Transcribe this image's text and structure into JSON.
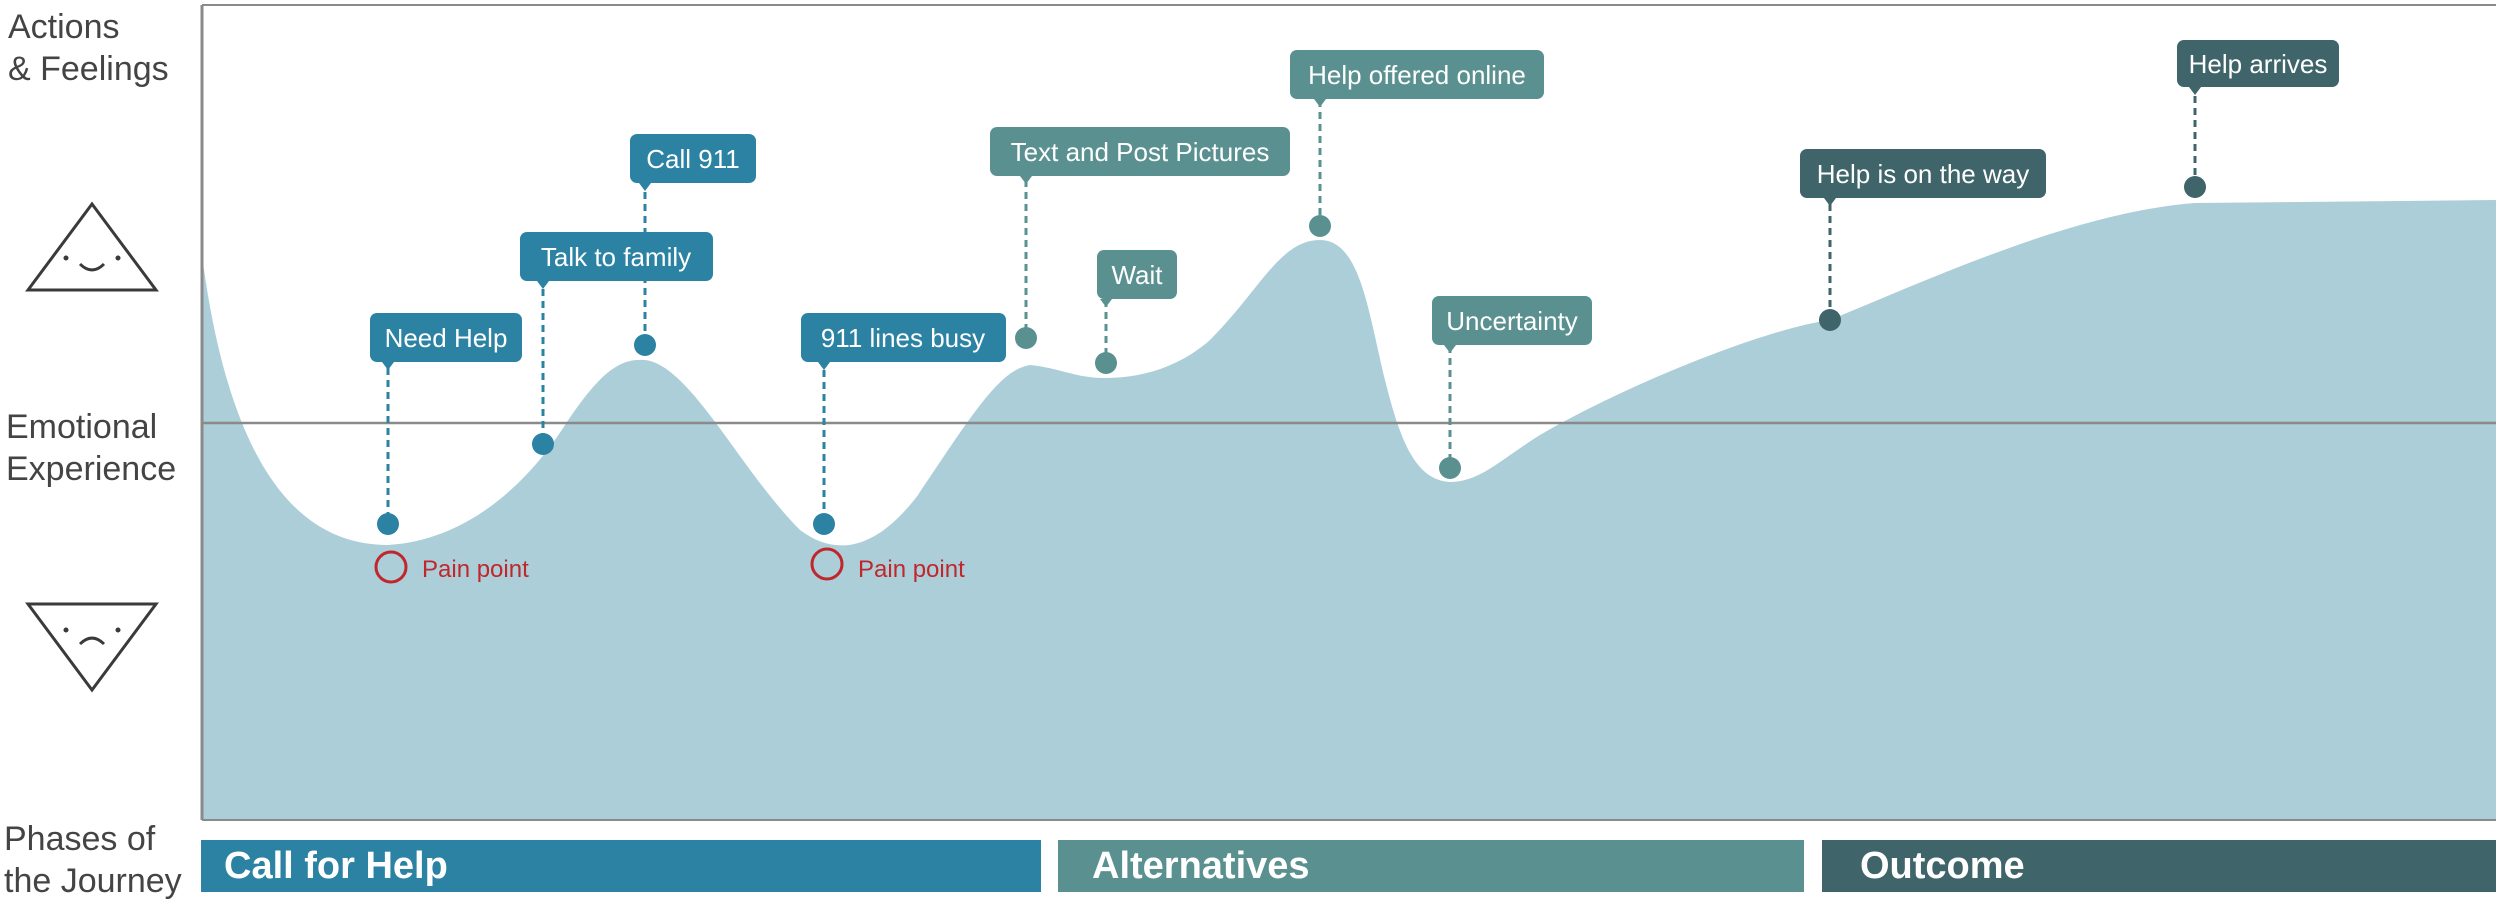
{
  "side_labels": {
    "actions_feelings": [
      "Actions",
      "& Feelings"
    ],
    "emotional_experience": [
      "Emotional",
      "Experience"
    ],
    "phases_of_journey": [
      "Phases of",
      "the Journey"
    ]
  },
  "colors": {
    "call": "#2b82a2",
    "alternatives": "#5a9190",
    "outcome": "#3f6469",
    "area": "#acced8",
    "pain": "#c0272d",
    "baseline": "#8a8a8a",
    "frame": "#8a8a8a"
  },
  "pain_points": [
    {
      "label": "Pain point",
      "step": "Need Help"
    },
    {
      "label": "Pain point",
      "step": "911 lines busy"
    }
  ],
  "steps": [
    {
      "label": "Need Help",
      "phase": "call"
    },
    {
      "label": "Talk to family",
      "phase": "call"
    },
    {
      "label": "Call 911",
      "phase": "call"
    },
    {
      "label": "911 lines busy",
      "phase": "call"
    },
    {
      "label": "Text and Post Pictures",
      "phase": "alternatives"
    },
    {
      "label": "Wait",
      "phase": "alternatives"
    },
    {
      "label": "Help offered online",
      "phase": "alternatives"
    },
    {
      "label": "Uncertainty",
      "phase": "alternatives"
    },
    {
      "label": "Help is on the way",
      "phase": "outcome"
    },
    {
      "label": "Help arrives",
      "phase": "outcome"
    }
  ],
  "phases": [
    {
      "key": "call",
      "label": "Call for Help"
    },
    {
      "key": "alternatives",
      "label": "Alternatives"
    },
    {
      "key": "outcome",
      "label": "Outcome"
    }
  ]
}
